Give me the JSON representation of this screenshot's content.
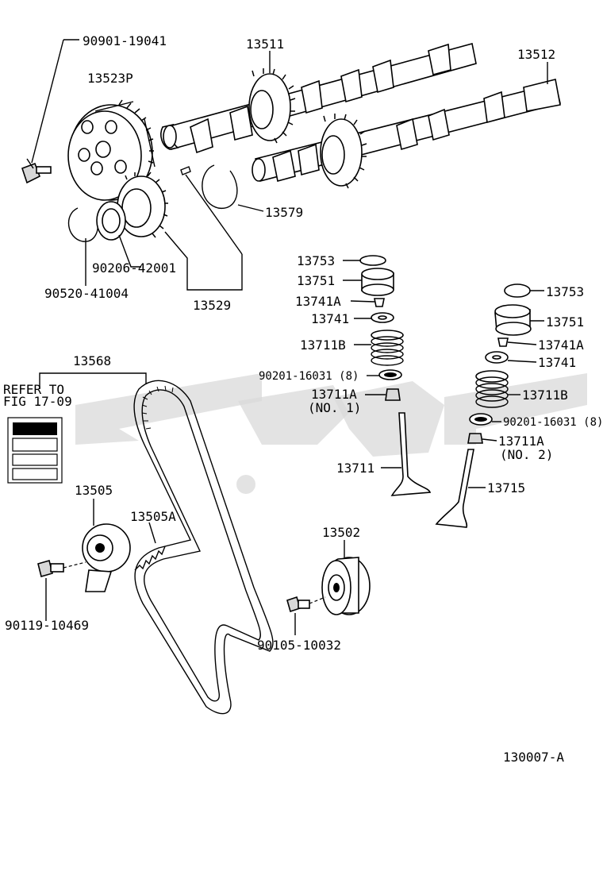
{
  "watermark_color": "#d9d9d9",
  "line_color": "#000000",
  "labels": {
    "p90901": "90901-19041",
    "p13523P": "13523P",
    "p13511": "13511",
    "p13512": "13512",
    "p13579": "13579",
    "p90206": "90206-42001",
    "p90520": "90520-41004",
    "p13529": "13529",
    "p13753a": "13753",
    "p13751a": "13751",
    "p13741Aa": "13741A",
    "p13741a": "13741",
    "p13711Ba": "13711B",
    "p90201a": "90201-16031 (8)",
    "p13711Aa": "13711A",
    "no1": "(NO. 1)",
    "p13711": "13711",
    "p13753b": "13753",
    "p13751b": "13751",
    "p13741Ab": "13741A",
    "p13741b": "13741",
    "p13711Bb": "13711B",
    "p90201b": "90201-16031 (8)",
    "p13711Ab": "13711A",
    "no2": "(NO. 2)",
    "p13715": "13715",
    "p13568": "13568",
    "refer1": "REFER TO",
    "refer2": "FIG 17-09",
    "p13505": "13505",
    "p13505A": "13505A",
    "p90119": "90119-10469",
    "p13502": "13502",
    "p90105": "90105-10032",
    "figure_id": "130007-A"
  }
}
